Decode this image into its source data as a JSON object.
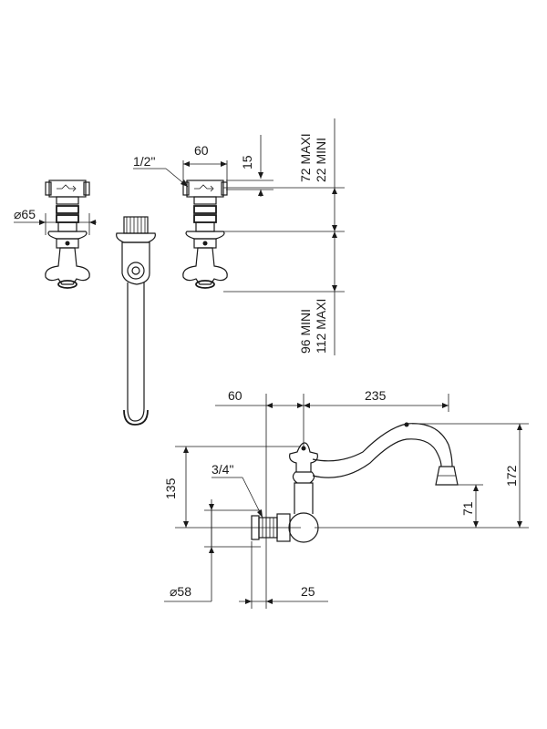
{
  "top_view": {
    "dim_spout_width": "60",
    "dim_thread_top": "1/2\"",
    "dim_flange_diameter": "⌀65",
    "dim_small": "15",
    "dim_height_upper_max": "72 MAXI",
    "dim_height_upper_min": "22 MINI",
    "dim_height_lower_min": "96 MINI",
    "dim_height_lower_max": "112 MAXI"
  },
  "side_view": {
    "dim_offset": "60",
    "dim_reach": "235",
    "dim_height_left": "135",
    "dim_thread_bottom": "3/4\"",
    "dim_flange_diameter": "⌀58",
    "dim_depth": "25",
    "dim_outlet_height": "71",
    "dim_total_height": "172"
  }
}
